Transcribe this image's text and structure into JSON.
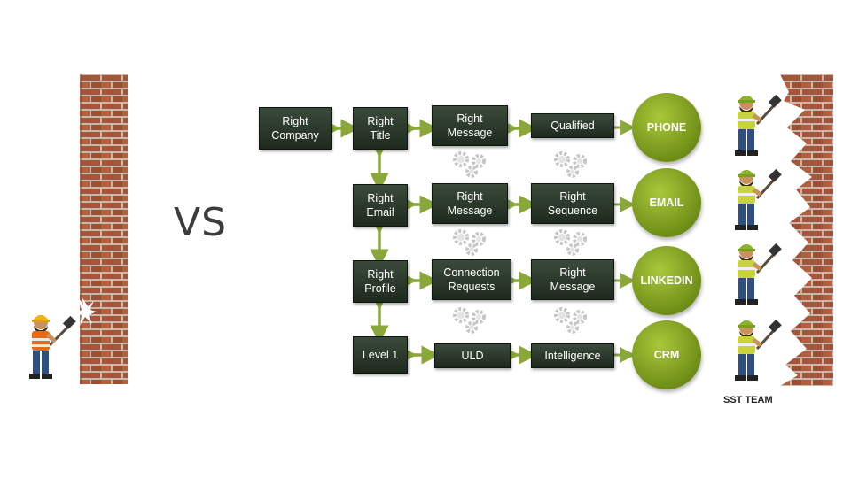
{
  "comparison_label": "VS",
  "flow": {
    "rows": [
      {
        "boxes": [
          "Right\nCompany",
          "Right\nTitle",
          "Right\nMessage",
          "Qualified"
        ],
        "channel": "PHONE"
      },
      {
        "boxes": [
          "Right\nEmail",
          "Right\nMessage",
          "Right\nSequence"
        ],
        "channel": "EMAIL"
      },
      {
        "boxes": [
          "Right\nProfile",
          "Connection\nRequests",
          "Right\nMessage"
        ],
        "channel": "LINKEDIN"
      },
      {
        "boxes": [
          "Level 1",
          "ULD",
          "Intelligence"
        ],
        "channel": "CRM"
      }
    ]
  },
  "team_label": "SST TEAM",
  "colors": {
    "box_dark": "#2c3a2c",
    "arrow_green": "#8aa83a",
    "channel_green": "#7a9a1e",
    "brick": "#a0523a",
    "mortar": "#c9b7a7"
  },
  "icons": [
    "brick-wall-icon",
    "worker-with-hammer-icon",
    "gears-icon"
  ]
}
